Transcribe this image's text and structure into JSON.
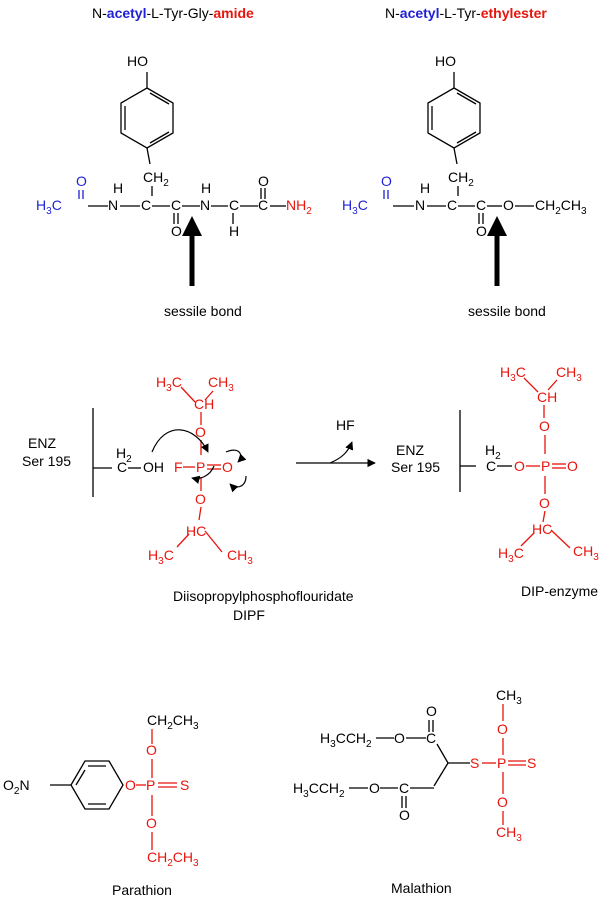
{
  "titles": {
    "left": [
      "N-",
      "acetyl",
      "-L-Tyr-Gly-",
      "amide"
    ],
    "right": [
      "N-",
      "acetyl",
      "-L-Tyr-",
      "ethylester"
    ]
  },
  "atoms": {
    "ho": "HO",
    "ch2": "CH",
    "two": "2",
    "h3c": "H",
    "three": "3",
    "c": "C",
    "o": "O",
    "n": "N",
    "h": "H",
    "nh2": "NH",
    "ch": "CH",
    "ch3": "CH",
    "hc": "HC",
    "f": "F",
    "p": "P",
    "s": "S",
    "oh": "OH",
    "ch2ch3": "CH",
    "o2n": "O",
    "dash_n": "N"
  },
  "labels": {
    "sessile_bond": "sessile bond",
    "enz": "ENZ",
    "ser": "Ser 195",
    "hf": "HF",
    "dipf_name": "Diisopropylphosphoflouridate",
    "dipf_abbr": "DIPF",
    "dip_enzyme": "DIP-enzyme",
    "parathion": "Parathion",
    "malathion": "Malathion"
  },
  "colors": {
    "black": "#000000",
    "red": "#e8150d",
    "blue": "#1f1fd6"
  }
}
